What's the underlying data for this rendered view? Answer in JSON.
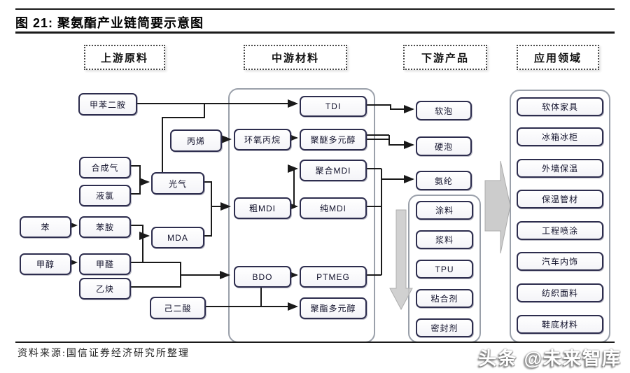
{
  "page": {
    "title": "图 21:  聚氨酯产业链简要示意图",
    "source": "资料来源:国信证券经济研究所整理",
    "watermark": "头条 @未来智库"
  },
  "columns": {
    "upstream": "上游原料",
    "midstream": "中游材料",
    "downstream": "下游产品",
    "applications": "应用领域"
  },
  "nodes": {
    "tda": "甲苯二胺",
    "propylene": "丙烯",
    "syngas": "合成气",
    "liquid_chlorine": "液氯",
    "phosgene": "光气",
    "benzene": "苯",
    "aniline": "苯胺",
    "mda": "MDA",
    "methanol": "甲醇",
    "formaldehyde": "甲醛",
    "acetylene": "乙炔",
    "adipic_acid": "己二酸",
    "tdi": "TDI",
    "po": "环氧丙烷",
    "polyether_polyol": "聚醚多元醇",
    "pmdi": "聚合MDI",
    "crude_mdi": "粗MDI",
    "pure_mdi": "纯MDI",
    "bdo": "BDO",
    "ptmeg": "PTMEG",
    "polyester_polyol": "聚酯多元醇",
    "soft_foam": "软泡",
    "rigid_foam": "硬泡",
    "spandex": "氨纶",
    "coatings": "涂料",
    "sizing": "浆料",
    "tpu": "TPU",
    "adhesive": "粘合剂",
    "sealant": "密封剂",
    "furniture": "软体家具",
    "fridge": "冰箱冰柜",
    "wall_insulation": "外墙保温",
    "pipe_insulation": "保温管材",
    "spray_coating": "工程喷涂",
    "auto_interior": "汽车内饰",
    "textile": "纺织面料",
    "shoe_sole": "鞋底材料"
  },
  "colors": {
    "line": "#1a1a1a",
    "box_border": "#2d2d4e",
    "gray_arrow": "#c6c6c6"
  }
}
